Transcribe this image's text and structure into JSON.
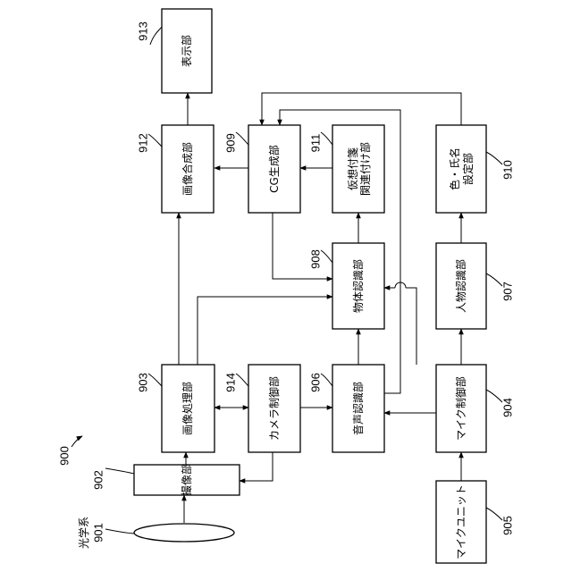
{
  "figure_label": "900",
  "boxes": {
    "display": {
      "number": "913",
      "text": "表示部"
    },
    "image_synthesis": {
      "number": "912",
      "text": "画像合成部"
    },
    "cg_generation": {
      "number": "909",
      "text": "CG生成部"
    },
    "virtual_tag": {
      "number": "911",
      "line1": "仮想付箋",
      "line2": "関連付け部"
    },
    "color_name": {
      "number": "910",
      "line1": "色・氏名",
      "line2": "設定部"
    },
    "object_recognition": {
      "number": "908",
      "text": "物体認識部"
    },
    "person_recognition": {
      "number": "907",
      "text": "人物認識部"
    },
    "image_processing": {
      "number": "903",
      "text": "画像処理部"
    },
    "camera_control": {
      "number": "914",
      "text": "カメラ制御部"
    },
    "speech_recognition": {
      "number": "906",
      "text": "音声認識部"
    },
    "mic_control": {
      "number": "904",
      "text": "マイク制御部"
    },
    "imaging": {
      "number": "902",
      "text": "撮像部"
    },
    "mic_unit": {
      "number": "905",
      "text": "マイクユニット"
    }
  },
  "optics": {
    "number": "901",
    "text": "光学系"
  }
}
